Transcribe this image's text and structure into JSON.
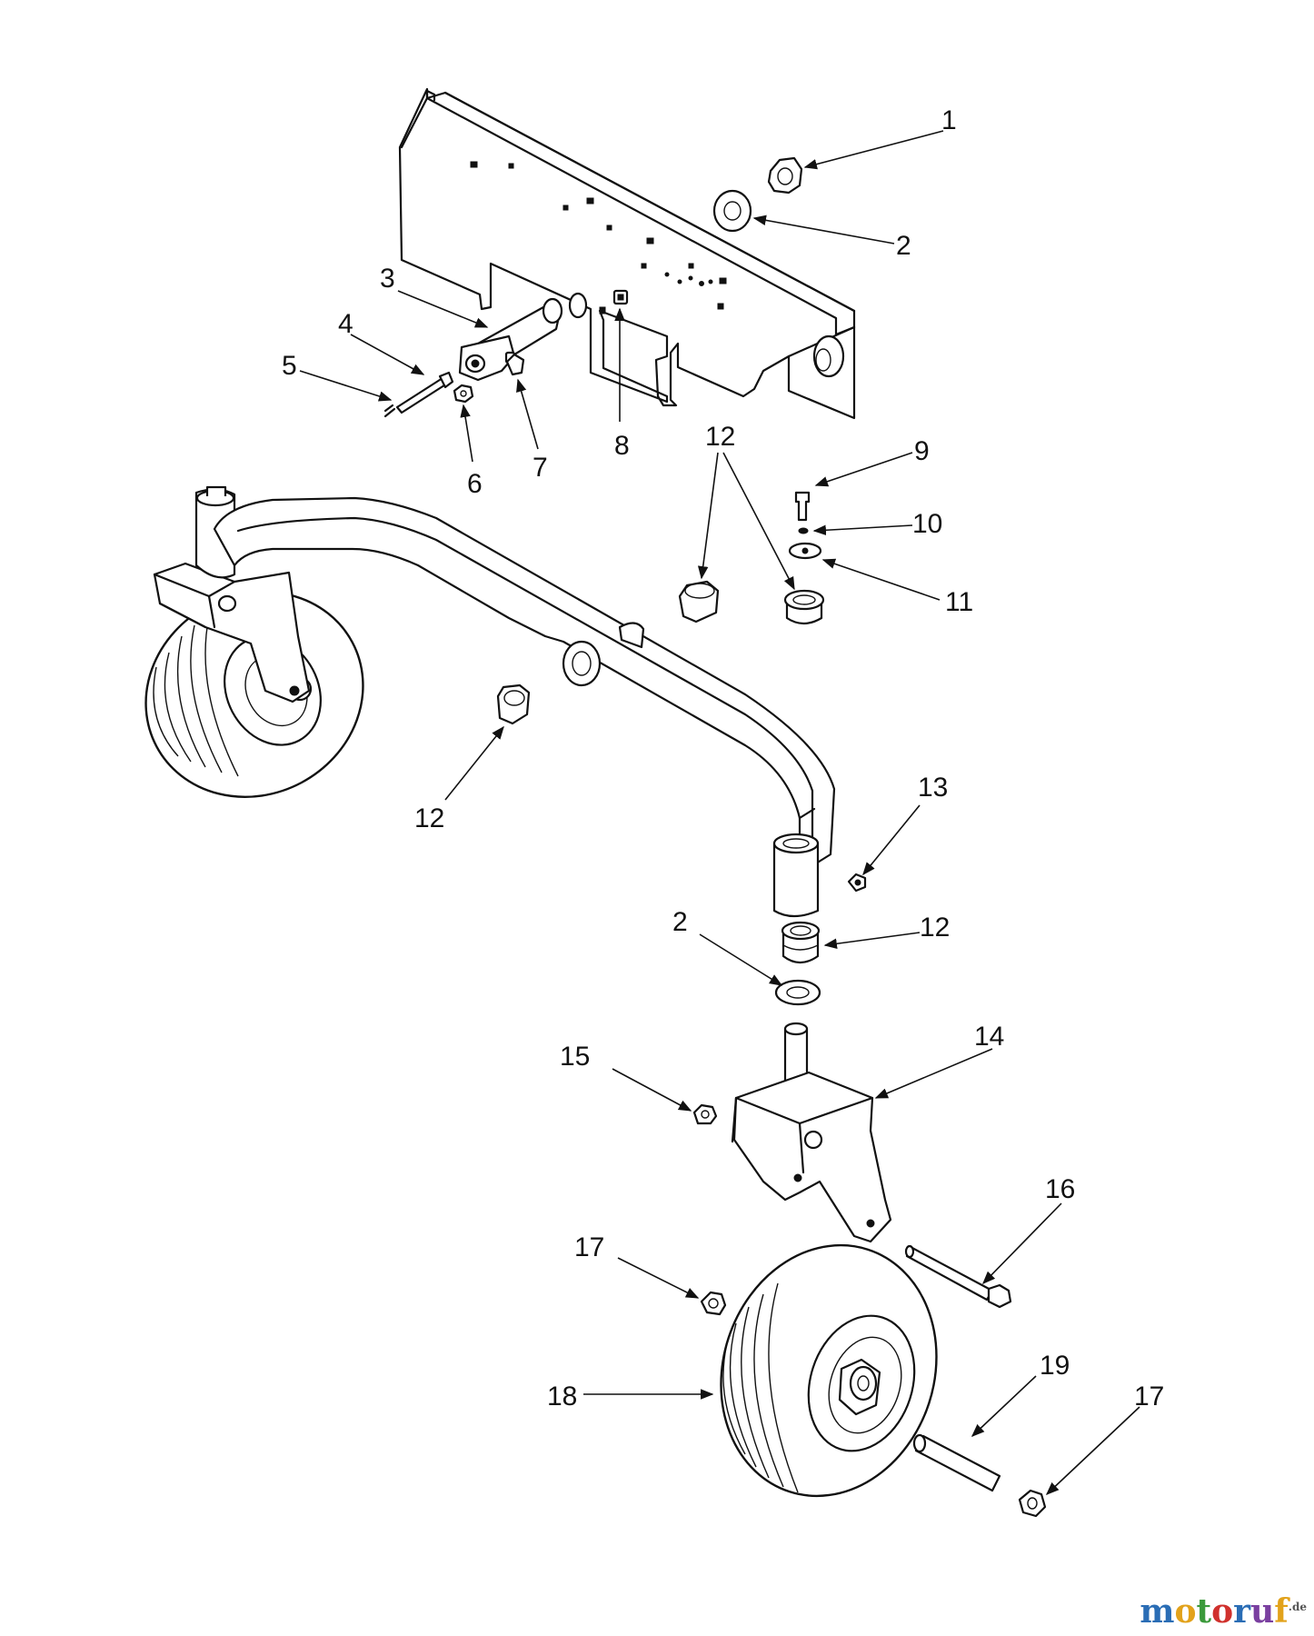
{
  "callouts": [
    {
      "id": "c1",
      "text": "1"
    },
    {
      "id": "c2a",
      "text": "2"
    },
    {
      "id": "c3",
      "text": "3"
    },
    {
      "id": "c4",
      "text": "4"
    },
    {
      "id": "c5",
      "text": "5"
    },
    {
      "id": "c6",
      "text": "6"
    },
    {
      "id": "c7",
      "text": "7"
    },
    {
      "id": "c8",
      "text": "8"
    },
    {
      "id": "c9",
      "text": "9"
    },
    {
      "id": "c10",
      "text": "10"
    },
    {
      "id": "c11",
      "text": "11"
    },
    {
      "id": "c12a",
      "text": "12"
    },
    {
      "id": "c12b",
      "text": "12"
    },
    {
      "id": "c13",
      "text": "13"
    },
    {
      "id": "c2b",
      "text": "2"
    },
    {
      "id": "c12c",
      "text": "12"
    },
    {
      "id": "c14",
      "text": "14"
    },
    {
      "id": "c15",
      "text": "15"
    },
    {
      "id": "c16",
      "text": "16"
    },
    {
      "id": "c17a",
      "text": "17"
    },
    {
      "id": "c18",
      "text": "18"
    },
    {
      "id": "c19",
      "text": "19"
    },
    {
      "id": "c17b",
      "text": "17"
    }
  ],
  "watermark": {
    "letters": [
      "m",
      "o",
      "t",
      "o",
      "r",
      "u",
      "f"
    ],
    "colors": [
      "#2a6db5",
      "#e2a21b",
      "#3b9a3b",
      "#d0312d",
      "#2a6db5",
      "#7a3fa0",
      "#e2a21b"
    ],
    "suffix": ".de"
  }
}
